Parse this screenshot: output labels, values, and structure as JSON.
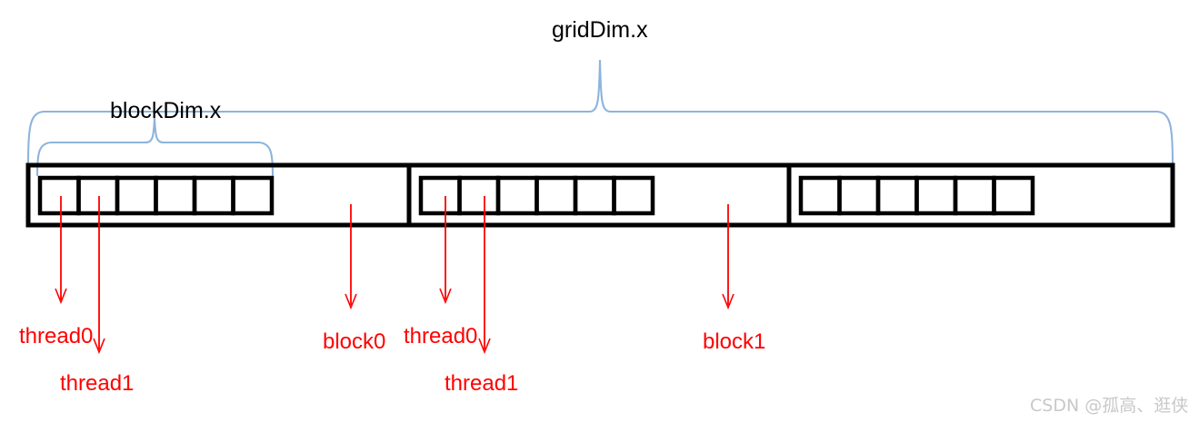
{
  "diagram": {
    "title_labels": {
      "grid_dim": "gridDim.x",
      "block_dim": "blockDim.x"
    },
    "colors": {
      "outline": "#000000",
      "brace": "#8DB4DC",
      "annotation": "#FF0000",
      "background": "#FFFFFF",
      "watermark": "#C8C8C8"
    },
    "structure": {
      "grid_label": "gridDim.x",
      "block_label": "blockDim.x",
      "block_count": 3,
      "threads_per_block": 6
    },
    "annotations": [
      {
        "id": "thread0-block0",
        "text": "thread0"
      },
      {
        "id": "thread1-block0",
        "text": "thread1"
      },
      {
        "id": "block0",
        "text": "block0"
      },
      {
        "id": "thread0-block1",
        "text": "thread0"
      },
      {
        "id": "thread1-block1",
        "text": "thread1"
      },
      {
        "id": "block1",
        "text": "block1"
      }
    ],
    "watermark": "CSDN @孤高、逛侠"
  }
}
